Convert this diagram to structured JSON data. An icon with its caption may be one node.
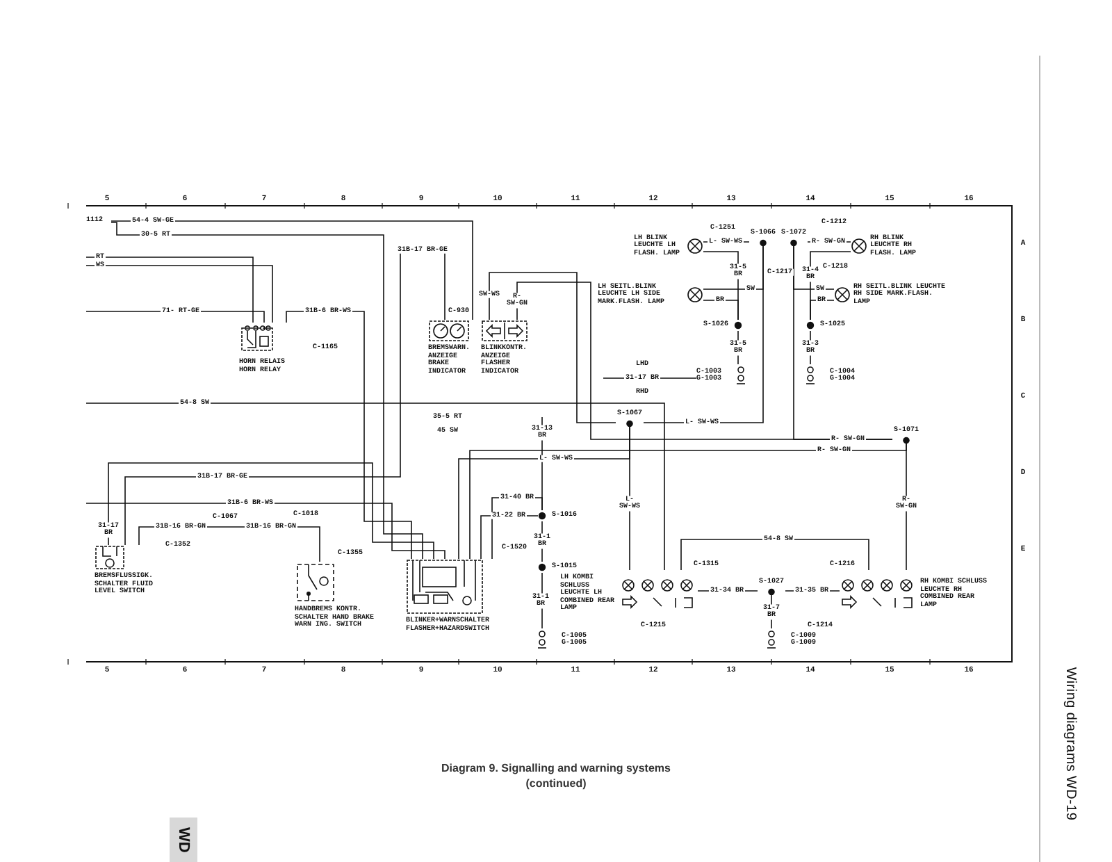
{
  "diagram": {
    "caption": "Diagram 9. Signalling and warning systems (continued)",
    "nodes": [
      {
        "text": [
          "HORN RELAIS HORN RELAY"
        ]
      },
      {
        "text": [
          "BREMSWARN. ANZEIGE BRAKE INDICATOR"
        ]
      },
      {
        "text": [
          "BLINKKONTR. ANZEIGE FLASHER INDICATOR"
        ]
      },
      {
        "text": [
          "LH BLINK LEUCHTE LH FLASH. LAMP"
        ]
      },
      {
        "text": [
          "LH SEITL.BLINK LEUCHTE LH SIDE MARK.FLASH. LAMP"
        ]
      },
      {
        "text": [
          "RH BLINK LEUCHTE RH FLASH. LAMP"
        ]
      },
      {
        "text": [
          "RH SEITL.BLINK LEUCHTE RH SIDE MARK.FLASH. LAMP"
        ]
      },
      {
        "text": [
          "BREMSFLUSSIGK. SCHALTER FLUID LEVEL SWITCH"
        ]
      },
      {
        "text": [
          "HANDBREMS KONTR. SCHALTER HAND BRAKE WARN ING. SWITCH"
        ]
      },
      {
        "text": [
          "BLINKER+WARNSCHALTER FLASHER+HAZARDSWITCH"
        ]
      },
      {
        "text": [
          "LH KOMBI SCHLUSS LEUCHTE LH COMBINED REAR LAMP"
        ]
      },
      {
        "text": [
          "RH KOMBI SCHLUSS LEUCHTE RH COMBINED REAR LAMP"
        ]
      },
      {
        "text": [
          "C-1003",
          "G-1003"
        ]
      },
      {
        "text": [
          "C-1004",
          "G-1004"
        ]
      },
      {
        "text": [
          "C-1005",
          "G-1005"
        ]
      },
      {
        "text": [
          "C-1009",
          "G-1009"
        ]
      },
      {
        "text": [
          "S-1066"
        ]
      },
      {
        "text": [
          "S-1072"
        ]
      },
      {
        "text": [
          "S-1026"
        ]
      },
      {
        "text": [
          "S-1025"
        ]
      },
      {
        "text": [
          "S-1067"
        ]
      },
      {
        "text": [
          "S-1071"
        ]
      },
      {
        "text": [
          "S-1016"
        ]
      },
      {
        "text": [
          "S-1015"
        ]
      },
      {
        "text": [
          "S-1027"
        ]
      },
      {
        "text": [
          "1112"
        ]
      }
    ],
    "edges": [
      {
        "from": 3,
        "to": 16,
        "arrow": "none",
        "label": "L- SW-WS"
      },
      {
        "from": 17,
        "to": 5,
        "arrow": "none",
        "label": "R- SW-GN"
      },
      {
        "from": 3,
        "to": 18,
        "arrow": "none",
        "label": "31-5 BR"
      },
      {
        "from": 4,
        "to": 16,
        "arrow": "none",
        "label": "SW"
      },
      {
        "from": 4,
        "to": 18,
        "arrow": "none",
        "label": "BR"
      },
      {
        "from": 5,
        "to": 19,
        "arrow": "none",
        "label": "31-4 BR"
      },
      {
        "from": 6,
        "to": 17,
        "arrow": "none",
        "label": "SW"
      },
      {
        "from": 6,
        "to": 19,
        "arrow": "none",
        "label": "BR"
      },
      {
        "from": 18,
        "to": 12,
        "arrow": "none",
        "label": "31-5 BR"
      },
      {
        "from": 19,
        "to": 13,
        "arrow": "none",
        "label": "31-3 BR"
      },
      {
        "from": 16,
        "to": 20,
        "arrow": "none",
        "label": "L- SW-WS"
      },
      {
        "from": 17,
        "to": 21,
        "arrow": "none",
        "label": "R- SW-GN"
      },
      {
        "from": 20,
        "to": 9,
        "arrow": "none",
        "label": "L- SW-WS"
      },
      {
        "from": 20,
        "to": 10,
        "arrow": "none",
        "label": "L- SW-WS"
      },
      {
        "from": 21,
        "to": 11,
        "arrow": "none",
        "label": "R- SW-GN"
      },
      {
        "from": 21,
        "to": 9,
        "arrow": "none",
        "label": "R- SW-GN"
      },
      {
        "from": null,
        "to": 0,
        "arrow": "none",
        "label": "71- RT-GE"
      },
      {
        "from": 0,
        "to": 9,
        "arrow": "none",
        "label": "31B-6 BR-WS"
      },
      {
        "from": null,
        "to": 0,
        "arrow": "none",
        "label": "RT"
      },
      {
        "from": null,
        "to": 0,
        "arrow": "none",
        "label": "WS"
      },
      {
        "from": 25,
        "to": 1,
        "arrow": "none",
        "label": "54-4 SW-GE"
      },
      {
        "from": 25,
        "to": 9,
        "arrow": "none",
        "label": "30-5 RT"
      },
      {
        "from": 7,
        "to": 1,
        "arrow": "none",
        "label": "31B-17 BR-GE"
      },
      {
        "from": 8,
        "to": 7,
        "arrow": "none",
        "label": "31B-16 BR-GN"
      },
      {
        "from": 7,
        "to": 9,
        "arrow": "none",
        "label": "31-17 BR"
      },
      {
        "from": null,
        "to": 9,
        "arrow": "none",
        "label": "31B-6 BR-WS"
      },
      {
        "from": 9,
        "to": 22,
        "arrow": "none",
        "label": "31-22 BR"
      },
      {
        "from": 9,
        "to": 22,
        "arrow": "none",
        "label": "31-40 BR"
      },
      {
        "from": null,
        "to": 22,
        "arrow": "none",
        "label": "31-13 BR"
      },
      {
        "from": 22,
        "to": 23,
        "arrow": "none",
        "label": "31-1 BR"
      },
      {
        "from": 23,
        "to": 14,
        "arrow": "none",
        "label": "31-1 BR"
      },
      {
        "from": 10,
        "to": 24,
        "arrow": "none",
        "label": "31-34 BR"
      },
      {
        "from": 24,
        "to": 11,
        "arrow": "none",
        "label": "31-35 BR"
      },
      {
        "from": 24,
        "to": 15,
        "arrow": "none",
        "label": "31-7 BR"
      },
      {
        "from": null,
        "to": 10,
        "arrow": "none",
        "label": "54-8 SW"
      },
      {
        "from": 10,
        "to": 11,
        "arrow": "none",
        "label": "54-8 SW"
      },
      {
        "from": 2,
        "to": 20,
        "arrow": "none",
        "label": "SW-WS"
      },
      {
        "from": 2,
        "to": 21,
        "arrow": "none",
        "label": "R- SW-GN"
      },
      {
        "from": null,
        "to": 12,
        "arrow": "none",
        "label": "31-17 BR"
      }
    ],
    "labels": [
      "5",
      "6",
      "7",
      "8",
      "9",
      "10",
      "11",
      "12",
      "13",
      "14",
      "15",
      "16",
      "A",
      "C-1251",
      "C-1212",
      "C-1217",
      "C-1218",
      "31B-17 BR-GE",
      "C-930",
      "B",
      "C-1165",
      "LHD",
      "RHD",
      "C",
      "35-5 RT",
      "45 SW",
      "D",
      "C-1067",
      "31B-16 BR-GN",
      "C-1018",
      "C-1352",
      "C-1520",
      "C-1355",
      "E",
      "C-1315",
      "C-1216",
      "C-1215",
      "C-1214",
      "5",
      "6",
      "7",
      "8",
      "9",
      "10",
      "11",
      "12",
      "13",
      "14",
      "15",
      "16",
      "Wiring diagrams WD-19",
      "WD"
    ]
  }
}
